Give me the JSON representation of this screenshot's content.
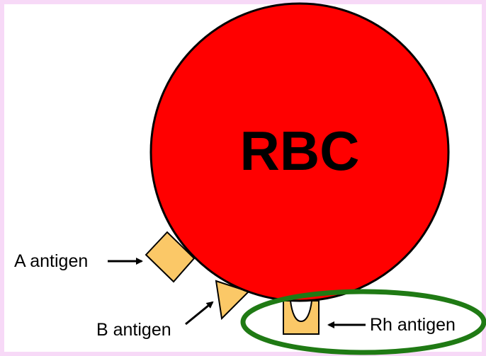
{
  "diagram": {
    "cell_label": "RBC",
    "labels": {
      "a_antigen": "A antigen",
      "b_antigen": "B antigen",
      "rh_antigen": "Rh antigen"
    },
    "colors": {
      "frame_border": "#f7d9f7",
      "background": "#ffffff",
      "cell_fill": "#ff0000",
      "cell_stroke": "#000000",
      "antigen_fill": "#fbc867",
      "highlight_ellipse": "#1f7a14",
      "arrow": "#000000"
    },
    "icons": {
      "a_antigen": "square-antigen-icon",
      "b_antigen": "triangle-antigen-icon",
      "rh_antigen": "cup-antigen-icon"
    }
  }
}
